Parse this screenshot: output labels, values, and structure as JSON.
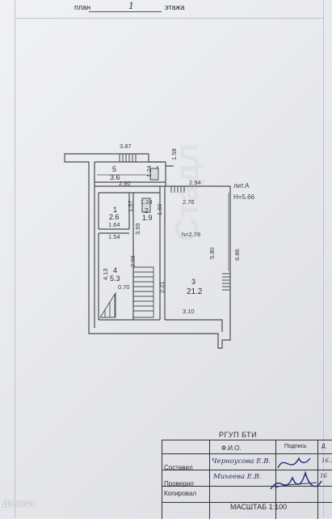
{
  "header": {
    "plan_label": "план",
    "floor": "1",
    "floor_label": "этажа"
  },
  "watermark": "Стадл",
  "plan": {
    "building_letter": "лит.А",
    "building_height": "H=5.66",
    "dims": {
      "top_width": "3.87",
      "vestibule_depth": "1.58",
      "vestibule_width": "2.90",
      "small_a": "1.24",
      "main_top": "2.94",
      "main_inner": "2.76",
      "corridor": "1.24",
      "room1_height": "1.57",
      "corridor_height": "1.60",
      "room1_width": "1.64",
      "room4_width": "1.54",
      "stair_depth": "3.59",
      "room4_stair": "2.96",
      "room4_height": "4.13",
      "landing": "0.70",
      "stair_width": "2.21",
      "main_bottom": "3.10",
      "main_height": "5.80",
      "outer_height": "6.86",
      "ceiling": "h=2.78"
    },
    "rooms": [
      {
        "number": "5",
        "area": "3.6"
      },
      {
        "number": "1",
        "area": "2.6"
      },
      {
        "number": "2",
        "area": "1.9"
      },
      {
        "number": "4",
        "area": "5.3"
      },
      {
        "number": "3",
        "area": "21.2"
      }
    ]
  },
  "bti": {
    "title": "РГУП БТИ",
    "col_name": "Ф.И.О.",
    "col_signature": "Подпись",
    "col_date": "Д",
    "rows": [
      {
        "role": "Составил",
        "name": "Черноусова Е.В.",
        "date": "16.1"
      },
      {
        "role": "Проверил",
        "name": "Михеева Е.В.",
        "date": "16"
      },
      {
        "role": "Копировал",
        "name": "",
        "date": ""
      }
    ],
    "scale": "МАСШТАБ 1:100"
  },
  "logo": "Домклик"
}
